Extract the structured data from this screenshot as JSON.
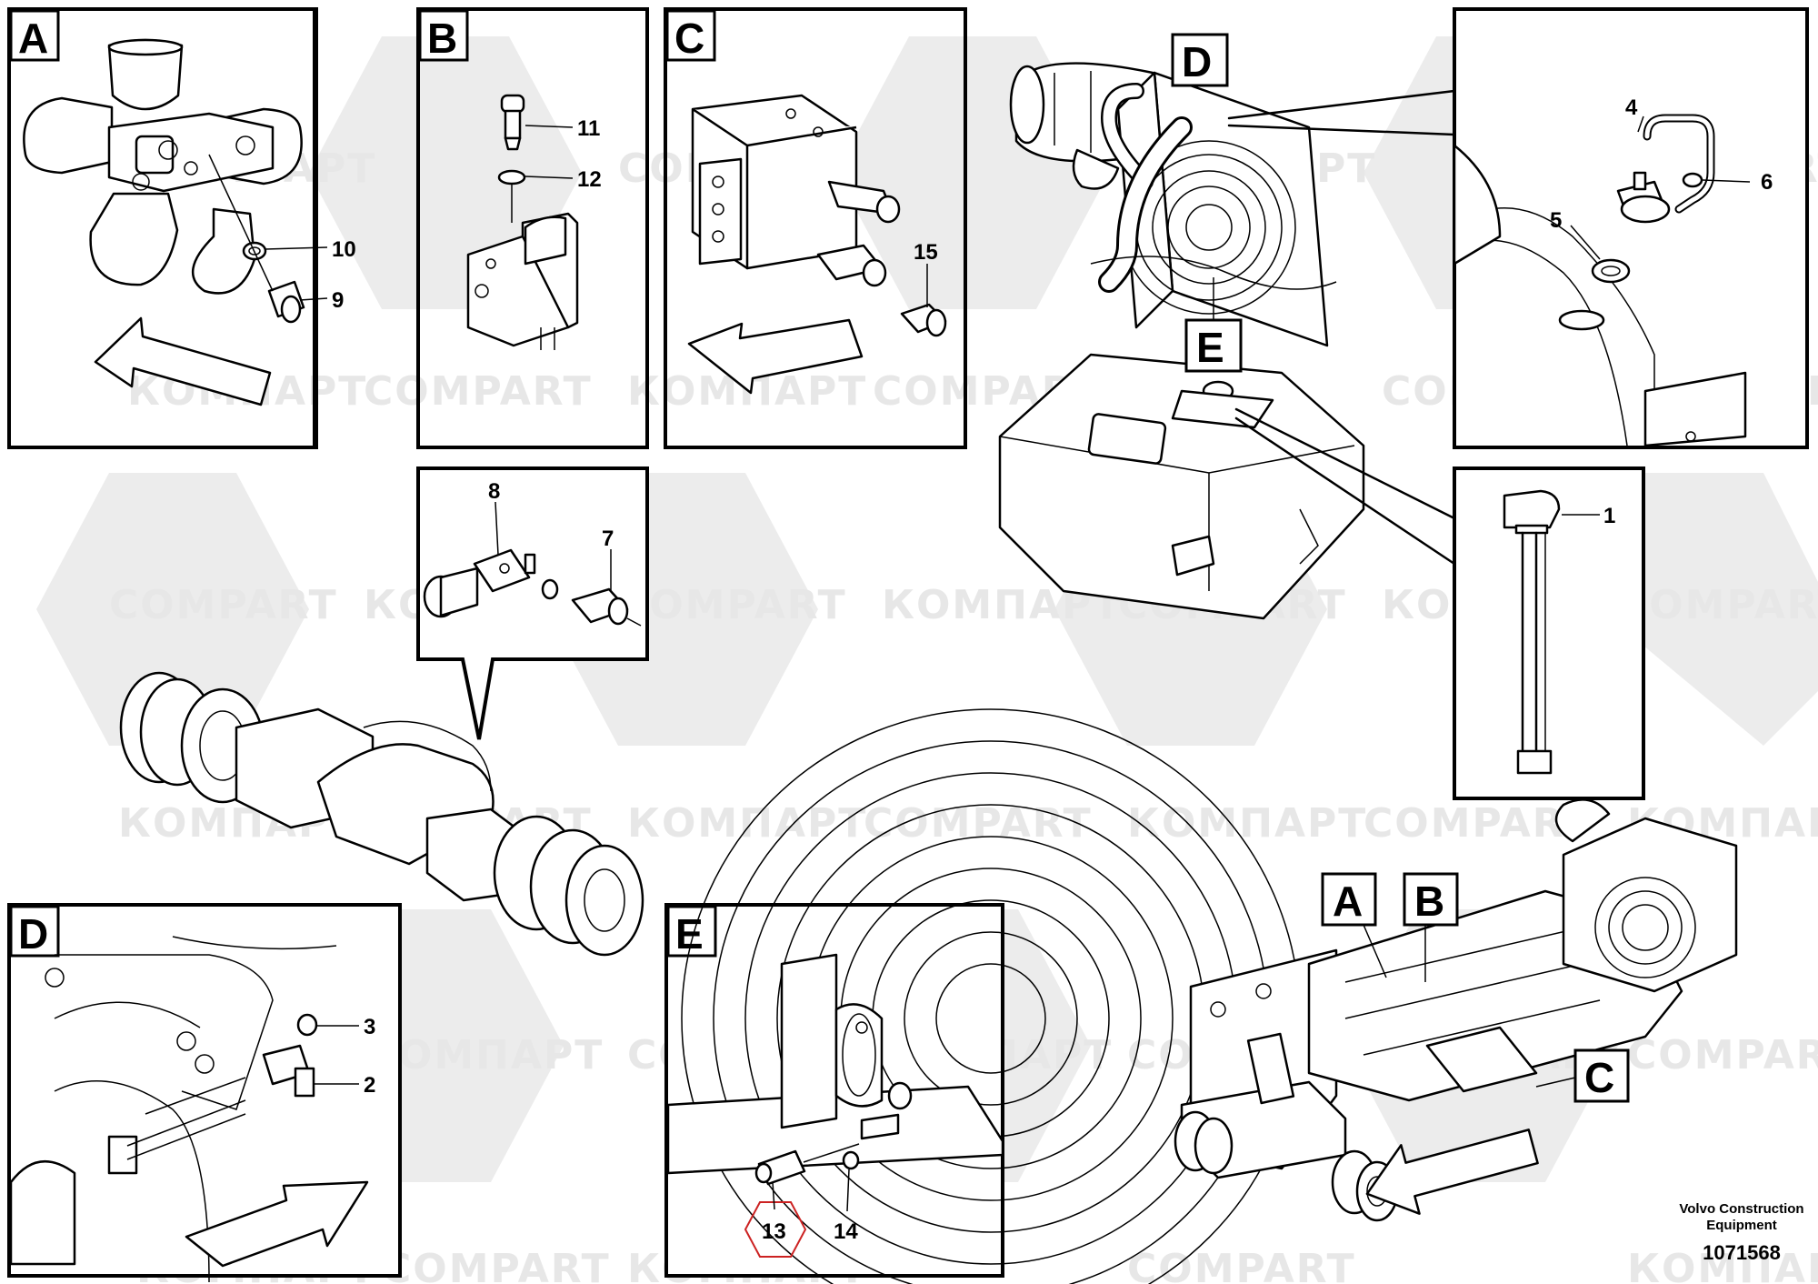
{
  "watermarks": {
    "cyrillic": "КОМПАРТ",
    "latin": "COMPART"
  },
  "panels": {
    "A": "A",
    "B": "B",
    "C": "C",
    "D": "D",
    "E": "E"
  },
  "callouts": {
    "p1": "1",
    "p2": "2",
    "p3": "3",
    "p4": "4",
    "p5": "5",
    "p6": "6",
    "p7": "7",
    "p8": "8",
    "p9": "9",
    "p10": "10",
    "p11": "11",
    "p12": "12",
    "p13": "13",
    "p14": "14",
    "p15": "15"
  },
  "footer": {
    "brand_line1": "Volvo Construction",
    "brand_line2": "Equipment",
    "drawing_number": "1071568"
  },
  "colors": {
    "highlight": "#cc2222",
    "watermark": "#e7e7e7",
    "line": "#000000"
  }
}
